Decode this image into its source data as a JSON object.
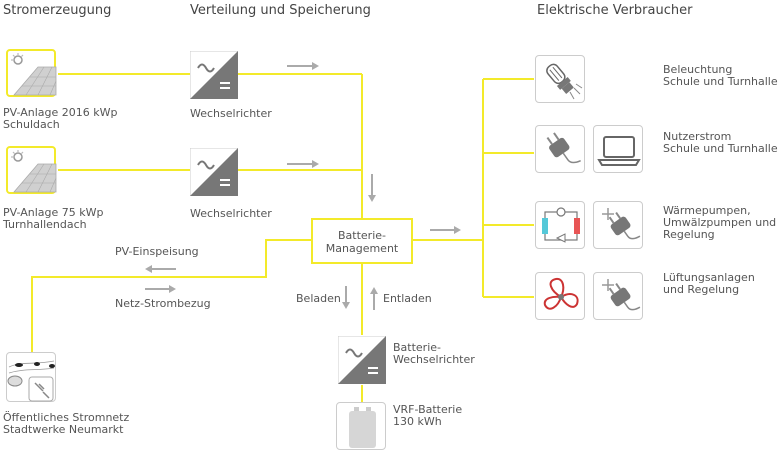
{
  "headers": {
    "generation": "Stromerzeugung",
    "distribution": "Verteilung und Speicherung",
    "consumers": "Elektrische Verbraucher"
  },
  "generation": {
    "pv1_label": "PV-Anlage 2016 kWp",
    "pv1_sub": "Schuldach",
    "pv2_label": "PV-Anlage 75 kWp",
    "pv2_sub": "Turnhallendach"
  },
  "distribution": {
    "inverter1": "Wechselrichter",
    "inverter2": "Wechselrichter",
    "battery_mgmt_line1": "Batterie-",
    "battery_mgmt_line2": "Management",
    "charge": "Beladen",
    "discharge": "Entladen",
    "battery_inverter_line1": "Batterie-",
    "battery_inverter_line2": "Wechselrichter",
    "battery_line1": "VRF-Batterie",
    "battery_line2": "130 kWh"
  },
  "grid": {
    "feed_in": "PV-Einspeisung",
    "draw": "Netz-Strombezug",
    "label_line1": "Öffentliches Stromnetz",
    "label_line2": "Stadtwerke Neumarkt"
  },
  "consumers": {
    "lighting_line1": "Beleuchtung",
    "lighting_line2": "Schule und Turnhalle",
    "user_line1": "Nutzerstrom",
    "user_line2": "Schule und Turnhalle",
    "heat_line1": "Wärmepumpen,",
    "heat_line2": "Umwälzpumpen und",
    "heat_line3": "Regelung",
    "vent_line1": "Lüftungsanlagen",
    "vent_line2": "und Regelung"
  },
  "colors": {
    "line": "#f3ea2a",
    "arrow": "#aaaaaa",
    "icon_dark": "#777777",
    "fan": "#cc3333",
    "hot": "#e85555",
    "cold": "#55c8d8"
  },
  "icons": [
    "solar-panel-icon",
    "inverter-icon",
    "bulb-icon",
    "plug-icon",
    "laptop-icon",
    "heat-pump-icon",
    "fan-icon",
    "grid-icon",
    "battery-icon"
  ]
}
